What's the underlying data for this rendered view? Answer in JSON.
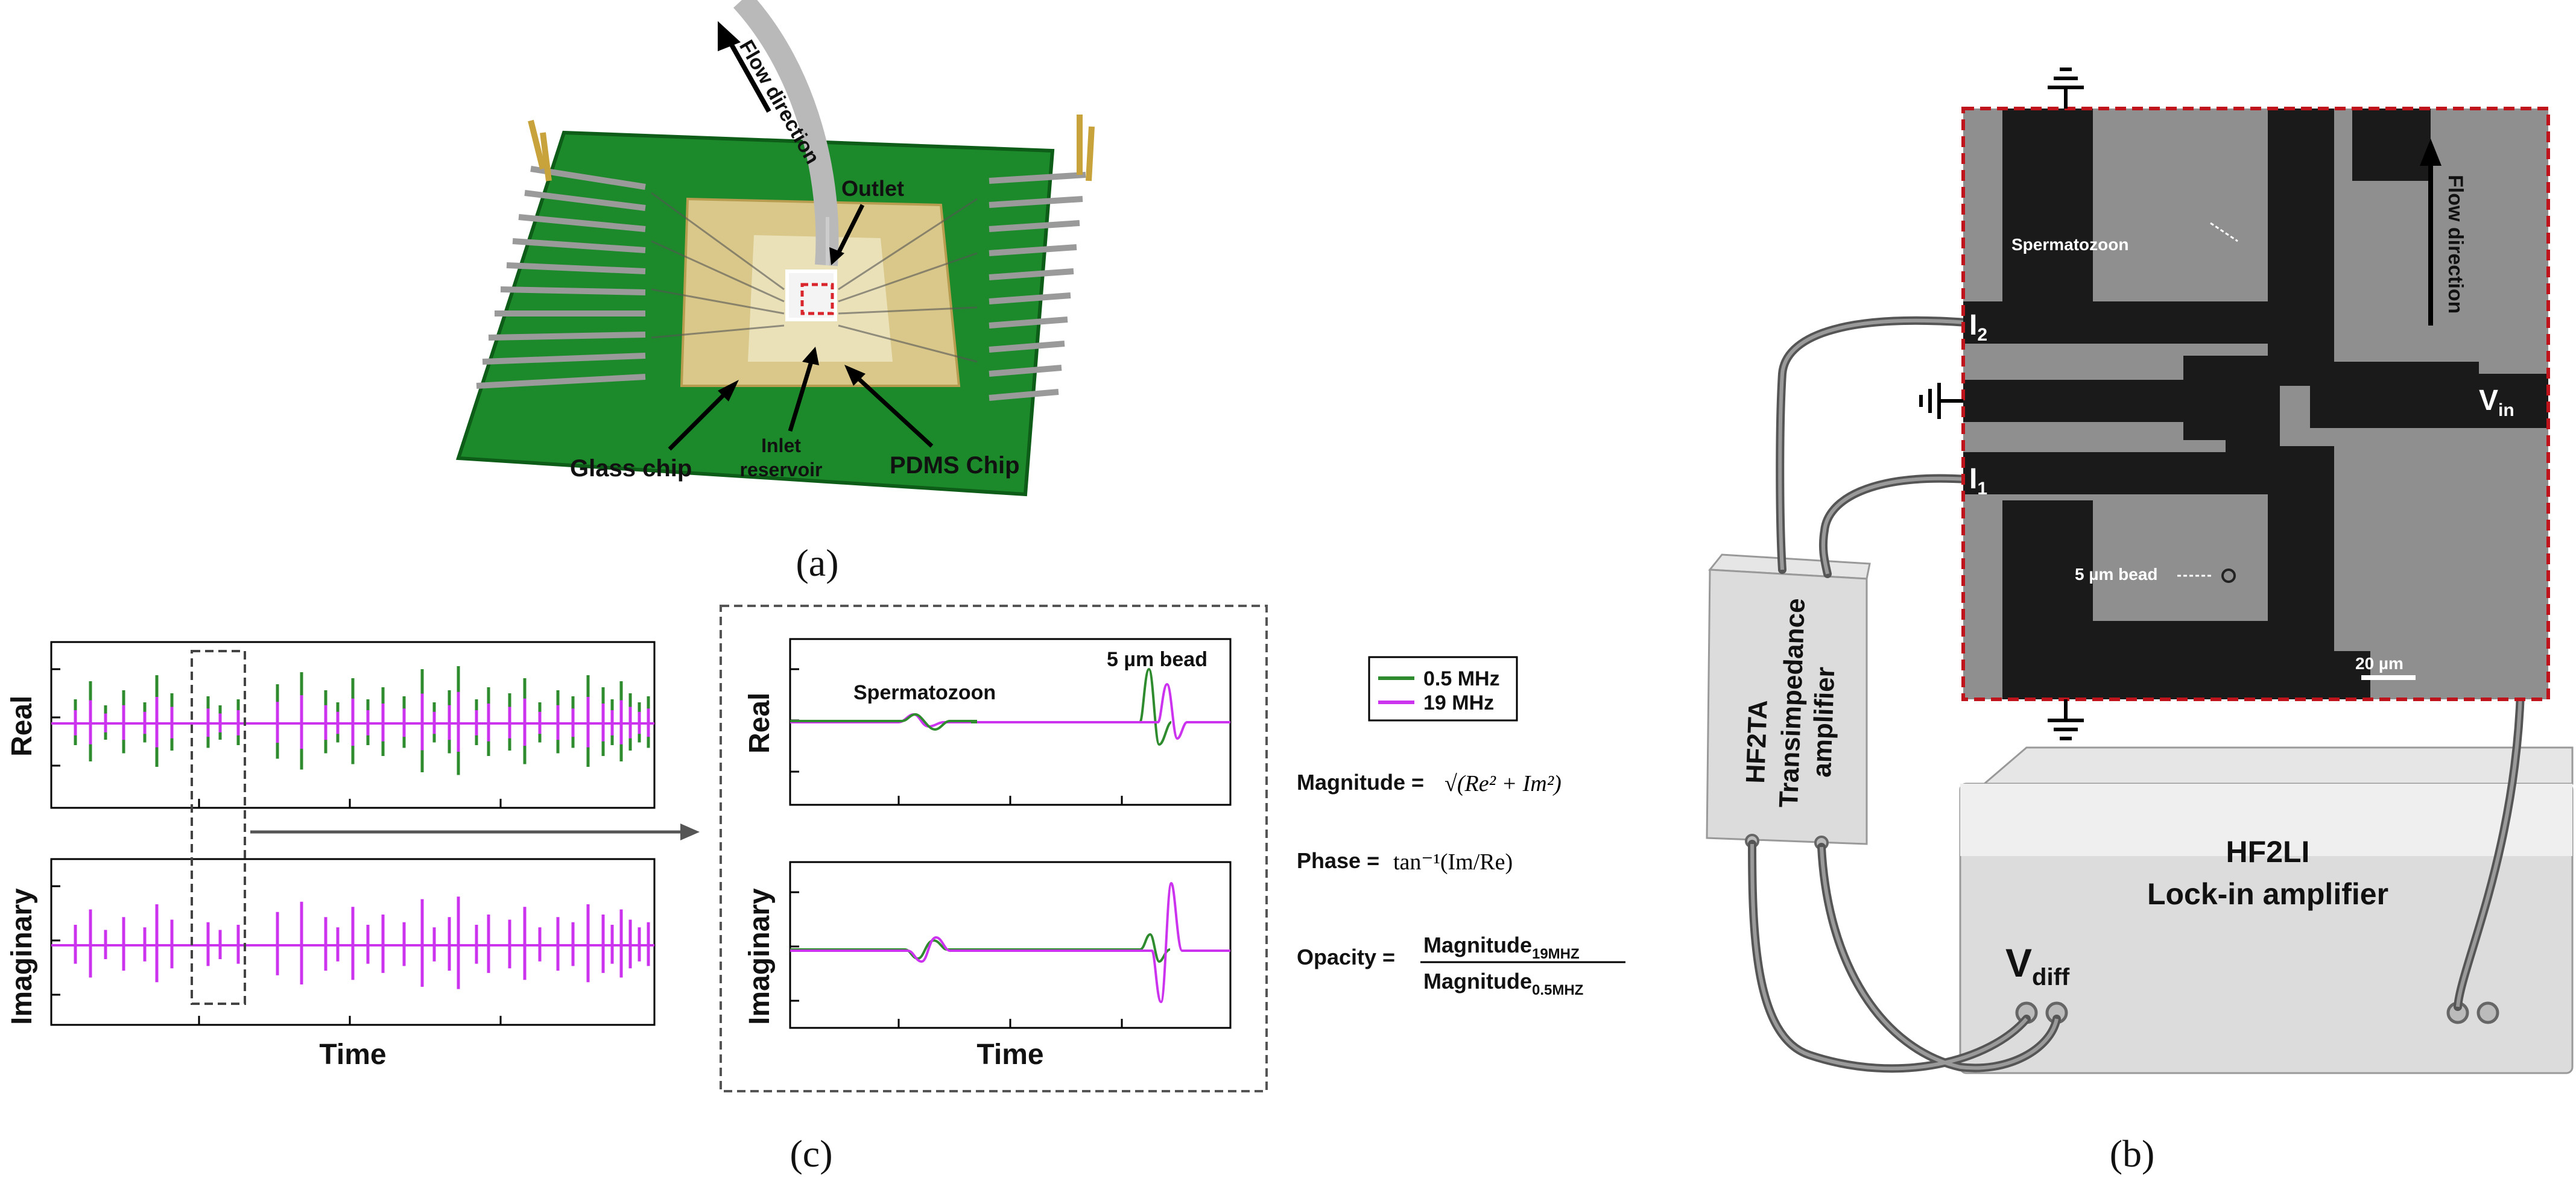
{
  "panel_a": {
    "label": "(a)",
    "flow_direction": "Flow direction",
    "outlet": "Outlet",
    "glass_chip": "Glass chip",
    "inlet_line1": "Inlet",
    "inlet_line2": "reservoir",
    "pdms_chip": "PDMS Chip"
  },
  "panel_b": {
    "label": "(b)",
    "flow_direction": "Flow direction",
    "spermatozoon": "Spermatozoon",
    "bead": "5 µm bead",
    "scale_bar": "20 µm",
    "i2_main": "I",
    "i2_sub": "2",
    "i1_main": "I",
    "i1_sub": "1",
    "vin_main": "V",
    "vin_sub": "in",
    "vdiff_main": "V",
    "vdiff_sub": "diff",
    "hf2ta_line1": "HF2TA",
    "hf2ta_line2": "Transimpedance",
    "hf2ta_line3": "amplifier",
    "hf2li_line1": "HF2LI",
    "hf2li_line2": "Lock-in amplifier"
  },
  "panel_c": {
    "label": "(c)",
    "real": "Real",
    "imaginary": "Imaginary",
    "time": "Time",
    "spermatozoon": "Spermatozoon",
    "bead": "5 µm bead",
    "legend": [
      {
        "label": "0.5 MHz",
        "color": "#2e8b2e"
      },
      {
        "label": "19 MHz",
        "color": "#cc33ee"
      }
    ],
    "magnitude_label": "Magnitude =",
    "magnitude_formula": "√(Re² + Im²)",
    "phase_label": "Phase =",
    "phase_formula": "tan⁻¹(Im/Re)",
    "opacity_label": "Opacity =",
    "opacity_num": "Magnitude",
    "opacity_num_sub": "19MHZ",
    "opacity_den": "Magnitude",
    "opacity_den_sub": "0.5MHZ"
  }
}
